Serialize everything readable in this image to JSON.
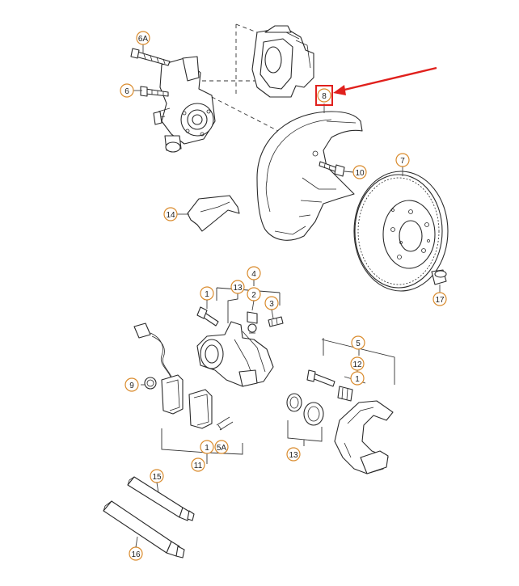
{
  "colors": {
    "callout_ring": "#d98a2b",
    "highlight": "#e0201c",
    "line": "#2a2a2a"
  },
  "callouts": {
    "c6a": "6A",
    "c6": "6",
    "c8": "8",
    "c10": "10",
    "c7": "7",
    "c14": "14",
    "c17": "17",
    "c4": "4",
    "c13a": "13",
    "c1a": "1",
    "c2": "2",
    "c3": "3",
    "c9": "9",
    "c5": "5",
    "c12": "12",
    "c1b": "1",
    "c13b": "13",
    "c1c": "1",
    "c5a": "5A",
    "c11": "11",
    "c15": "15",
    "c16": "16"
  }
}
